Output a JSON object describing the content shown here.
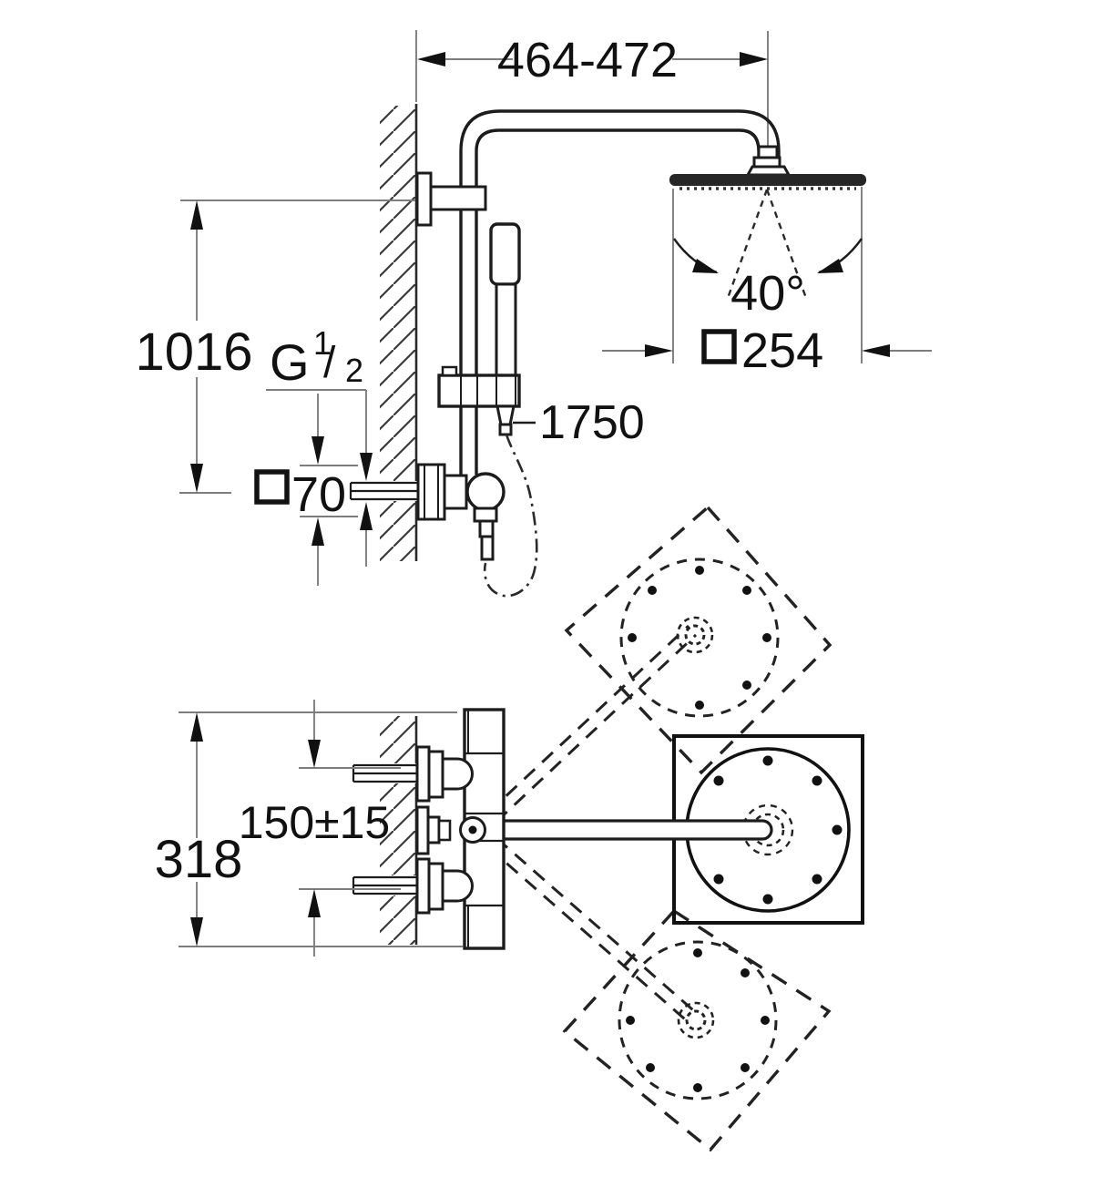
{
  "dims": {
    "top_width": "464-472",
    "column_height": "1016",
    "thread_letter": "G",
    "thread_numerator": "1",
    "thread_slash": "/",
    "thread_denominator": "2",
    "escutcheon_square": "70",
    "hose_length": "1750",
    "spray_angle": "40°",
    "head_square": "254",
    "trim_height": "318",
    "supply_spacing": "150±15"
  },
  "symbols": {
    "square_symbol": "□"
  }
}
